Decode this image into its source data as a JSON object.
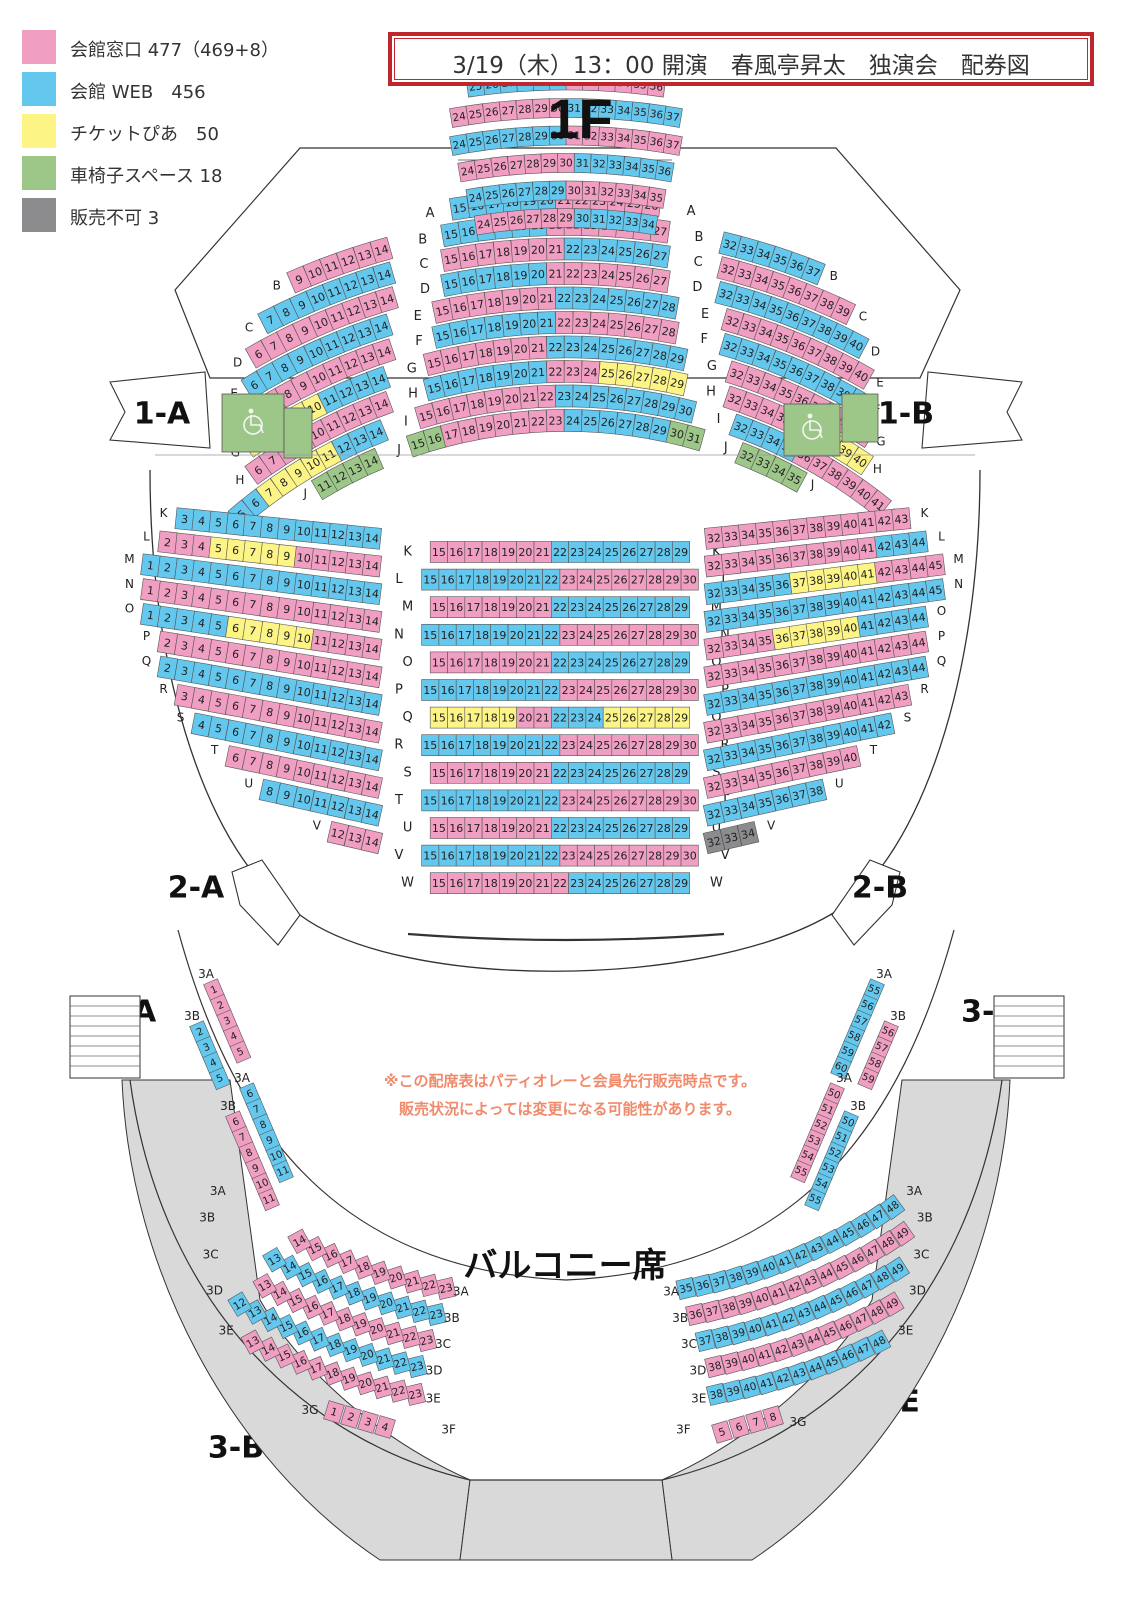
{
  "legend": [
    {
      "label": "会館窓口 477（469+8）",
      "color": "#f09ec1"
    },
    {
      "label": "会館 WEB　456",
      "color": "#64c8ee"
    },
    {
      "label": "チケットぴあ　50",
      "color": "#fdf486"
    },
    {
      "label": "車椅子スペース 18",
      "color": "#9cc788"
    },
    {
      "label": "販売不可 3",
      "color": "#8c8c8e"
    }
  ],
  "title": "3/19（木）13：00 開演　春風亭昇太　独演会　配券図",
  "floor_label": "1F",
  "colors": {
    "pink": "#f09ec1",
    "blue": "#64c8ee",
    "yellow": "#fdf486",
    "green": "#9cc788",
    "grey": "#8c8c8e",
    "line": "#333333",
    "floor": "#d9d9d9"
  },
  "block_labels": [
    "1-A",
    "1-B",
    "2-A",
    "2-B",
    "3-A",
    "3-F",
    "3-B",
    "3-C",
    "3-D",
    "3-E"
  ],
  "notice": [
    "※この配席表はパティオレーと会員先行販売時点です。",
    "販売状況によっては変更になる可能性があります。"
  ],
  "balcony_label": "バルコニー席",
  "floor1": {
    "upper": [
      {
        "row": "A",
        "left": [],
        "center": [
          [
            "15-20",
            "blue"
          ],
          [
            "21-26",
            "pink"
          ]
        ],
        "right": []
      },
      {
        "row": "B",
        "left": [
          [
            "9-14",
            "pink"
          ]
        ],
        "center": [
          [
            "15-20",
            "blue"
          ],
          [
            "21-27",
            "pink"
          ]
        ],
        "right": [
          [
            "32-37",
            "blue"
          ]
        ]
      },
      {
        "row": "C",
        "left": [
          [
            "7-14",
            "blue"
          ]
        ],
        "center": [
          [
            "15-21",
            "pink"
          ],
          [
            "22-27",
            "blue"
          ]
        ],
        "right": [
          [
            "32-39",
            "pink"
          ]
        ]
      },
      {
        "row": "D",
        "left": [
          [
            "6-14",
            "pink"
          ]
        ],
        "center": [
          [
            "15-20",
            "blue"
          ],
          [
            "21-27",
            "pink"
          ]
        ],
        "right": [
          [
            "32-40",
            "blue"
          ]
        ]
      },
      {
        "row": "E",
        "left": [
          [
            "6-14",
            "blue"
          ]
        ],
        "center": [
          [
            "15-21",
            "pink"
          ],
          [
            "22-28",
            "blue"
          ]
        ],
        "right": [
          [
            "32-40",
            "pink"
          ]
        ]
      },
      {
        "row": "F",
        "left": [
          [
            "6-14",
            "pink"
          ]
        ],
        "center": [
          [
            "15-21",
            "blue"
          ],
          [
            "22-28",
            "pink"
          ]
        ],
        "right": [
          [
            "32-40",
            "blue"
          ]
        ]
      },
      {
        "row": "G",
        "left": [
          [
            "6-10",
            "yellow"
          ],
          [
            "11-14",
            "blue"
          ]
        ],
        "center": [
          [
            "15-21",
            "pink"
          ],
          [
            "22-29",
            "blue"
          ]
        ],
        "right": [
          [
            "32-40",
            "pink"
          ]
        ]
      },
      {
        "row": "H",
        "left": [
          [
            "6-14",
            "pink"
          ]
        ],
        "center": [
          [
            "15-21",
            "blue"
          ],
          [
            "22-24",
            "pink"
          ],
          [
            "25-29",
            "yellow"
          ]
        ],
        "right": [
          [
            "32-35",
            "pink"
          ],
          [
            "36-40",
            "yellow"
          ]
        ]
      },
      {
        "row": "I",
        "left": [
          [
            "5-6",
            "blue"
          ],
          [
            "7-11",
            "yellow"
          ],
          [
            "12-14",
            "blue"
          ]
        ],
        "center": [
          [
            "15-22",
            "pink"
          ],
          [
            "23-30",
            "blue"
          ]
        ],
        "right": [
          [
            "32-35",
            "blue"
          ],
          [
            "36-41",
            "pink"
          ]
        ]
      },
      {
        "row": "J",
        "left": [
          [
            "11-14",
            "green"
          ]
        ],
        "center": [
          [
            "15-16",
            "green"
          ],
          [
            "17-23",
            "pink"
          ],
          [
            "24-29",
            "blue"
          ],
          [
            "30-31",
            "green"
          ]
        ],
        "right": [
          [
            "32-35",
            "green"
          ]
        ]
      }
    ],
    "lower": [
      {
        "row": "K",
        "left": [
          [
            "3-14",
            "blue"
          ]
        ],
        "center": [
          [
            "15-21",
            "pink"
          ],
          [
            "22-29",
            "blue"
          ]
        ],
        "right": [
          [
            "32-43",
            "pink"
          ]
        ]
      },
      {
        "row": "L",
        "left": [
          [
            "2-4",
            "pink"
          ],
          [
            "5-9",
            "yellow"
          ],
          [
            "10-14",
            "pink"
          ]
        ],
        "center": [
          [
            "15-22",
            "blue"
          ],
          [
            "23-30",
            "pink"
          ]
        ],
        "right": [
          [
            "32-41",
            "pink"
          ],
          [
            "42-44",
            "blue"
          ]
        ]
      },
      {
        "row": "M",
        "left": [
          [
            "1-14",
            "blue"
          ]
        ],
        "center": [
          [
            "15-21",
            "pink"
          ],
          [
            "22-29",
            "blue"
          ]
        ],
        "right": [
          [
            "32-36",
            "blue"
          ],
          [
            "37-41",
            "yellow"
          ],
          [
            "42-45",
            "pink"
          ]
        ]
      },
      {
        "row": "N",
        "left": [
          [
            "1-14",
            "pink"
          ]
        ],
        "center": [
          [
            "15-22",
            "blue"
          ],
          [
            "23-30",
            "pink"
          ]
        ],
        "right": [
          [
            "32-45",
            "blue"
          ]
        ]
      },
      {
        "row": "O",
        "left": [
          [
            "1-5",
            "blue"
          ],
          [
            "6-10",
            "yellow"
          ],
          [
            "11-14",
            "pink"
          ]
        ],
        "center": [
          [
            "15-21",
            "pink"
          ],
          [
            "22-29",
            "blue"
          ]
        ],
        "right": [
          [
            "32-35",
            "pink"
          ],
          [
            "36-40",
            "yellow"
          ],
          [
            "41-44",
            "blue"
          ]
        ]
      },
      {
        "row": "P",
        "left": [
          [
            "2-14",
            "pink"
          ]
        ],
        "center": [
          [
            "15-22",
            "blue"
          ],
          [
            "23-30",
            "pink"
          ]
        ],
        "right": [
          [
            "32-44",
            "pink"
          ]
        ]
      },
      {
        "row": "Q",
        "left": [
          [
            "2-14",
            "blue"
          ]
        ],
        "center": [
          [
            "15-19",
            "yellow"
          ],
          [
            "20-21",
            "pink"
          ],
          [
            "22-24",
            "blue"
          ],
          [
            "25-29",
            "yellow"
          ]
        ],
        "right": [
          [
            "32-44",
            "blue"
          ]
        ]
      },
      {
        "row": "R",
        "left": [
          [
            "3-14",
            "pink"
          ]
        ],
        "center": [
          [
            "15-22",
            "blue"
          ],
          [
            "23-30",
            "pink"
          ]
        ],
        "right": [
          [
            "32-43",
            "pink"
          ]
        ]
      },
      {
        "row": "S",
        "left": [
          [
            "4-14",
            "blue"
          ]
        ],
        "center": [
          [
            "15-21",
            "pink"
          ],
          [
            "22-29",
            "blue"
          ]
        ],
        "right": [
          [
            "32-42",
            "blue"
          ]
        ]
      },
      {
        "row": "T",
        "left": [
          [
            "6-14",
            "pink"
          ]
        ],
        "center": [
          [
            "15-22",
            "blue"
          ],
          [
            "23-30",
            "pink"
          ]
        ],
        "right": [
          [
            "32-40",
            "pink"
          ]
        ]
      },
      {
        "row": "U",
        "left": [
          [
            "8-14",
            "blue"
          ]
        ],
        "center": [
          [
            "15-21",
            "pink"
          ],
          [
            "22-29",
            "blue"
          ]
        ],
        "right": [
          [
            "32-38",
            "blue"
          ]
        ]
      },
      {
        "row": "V",
        "left": [
          [
            "12-14",
            "pink"
          ]
        ],
        "center": [
          [
            "15-22",
            "blue"
          ],
          [
            "23-30",
            "pink"
          ]
        ],
        "right": [
          [
            "32-34",
            "grey"
          ]
        ]
      },
      {
        "row": "W",
        "left": [],
        "center": [
          [
            "15-22",
            "pink"
          ],
          [
            "23-29",
            "blue"
          ]
        ],
        "right": []
      }
    ]
  },
  "balcony": {
    "rows": [
      {
        "row": "3A",
        "left": [
          [
            "14-23",
            "pink"
          ]
        ],
        "center": [
          [
            "24-29",
            "pink"
          ],
          [
            "30-34",
            "blue"
          ]
        ],
        "right": [
          [
            "35-48",
            "blue"
          ]
        ]
      },
      {
        "row": "3B",
        "left": [
          [
            "13-23",
            "blue"
          ]
        ],
        "center": [
          [
            "24-29",
            "blue"
          ],
          [
            "30-35",
            "pink"
          ]
        ],
        "right": [
          [
            "36-49",
            "pink"
          ]
        ]
      },
      {
        "row": "3C",
        "left": [
          [
            "13-23",
            "pink"
          ]
        ],
        "center": [
          [
            "24-30",
            "pink"
          ],
          [
            "31-36",
            "blue"
          ]
        ],
        "right": [
          [
            "37-49",
            "blue"
          ]
        ]
      },
      {
        "row": "3D",
        "left": [
          [
            "12-23",
            "blue"
          ]
        ],
        "center": [
          [
            "24-30",
            "blue"
          ],
          [
            "31-37",
            "pink"
          ]
        ],
        "right": [
          [
            "38-49",
            "pink"
          ]
        ]
      },
      {
        "row": "3E",
        "left": [
          [
            "13-23",
            "pink"
          ]
        ],
        "center": [
          [
            "24-30",
            "pink"
          ],
          [
            "31-37",
            "blue"
          ]
        ],
        "right": [
          [
            "38-48",
            "blue"
          ]
        ]
      },
      {
        "row": "3F",
        "left": [],
        "center": [
          [
            "25-30",
            "blue"
          ],
          [
            "31-36",
            "pink"
          ]
        ],
        "right": []
      }
    ],
    "side_left": [
      {
        "row": "3A",
        "seats": [
          [
            "1-5",
            "pink"
          ]
        ]
      },
      {
        "row": "3B",
        "seats": [
          [
            "2-5",
            "blue"
          ]
        ]
      },
      {
        "row": "3A",
        "seats": [
          [
            "6-11",
            "blue"
          ]
        ]
      },
      {
        "row": "3B",
        "seats": [
          [
            "6-11",
            "pink"
          ]
        ]
      }
    ],
    "side_right": [
      {
        "row": "3A",
        "seats": [
          [
            "55-60",
            "blue"
          ]
        ]
      },
      {
        "row": "3B",
        "seats": [
          [
            "56-59",
            "pink"
          ]
        ]
      },
      {
        "row": "3A",
        "seats": [
          [
            "50-55",
            "pink"
          ]
        ]
      },
      {
        "row": "3B",
        "seats": [
          [
            "50-55",
            "blue"
          ]
        ]
      }
    ],
    "box_left": {
      "row": "3G",
      "seats": [
        [
          "1-4",
          "pink"
        ]
      ]
    },
    "box_right": {
      "row": "3G",
      "seats": [
        [
          "5-8",
          "pink"
        ]
      ]
    }
  }
}
